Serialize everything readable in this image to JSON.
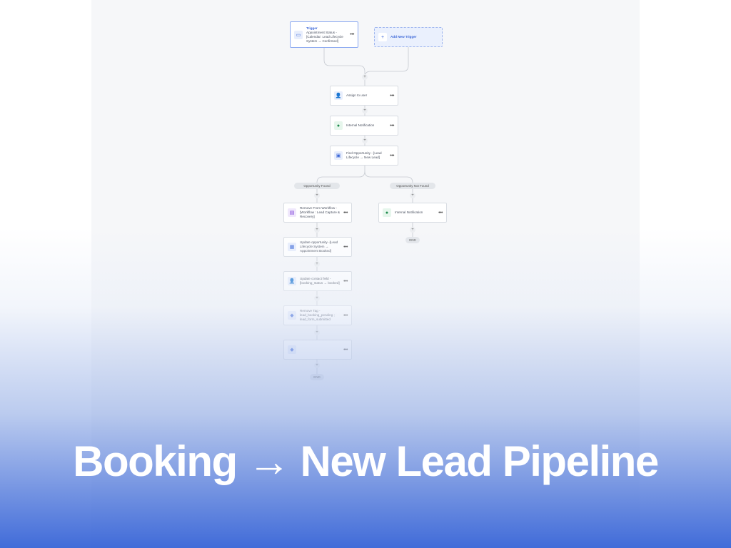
{
  "trigger": {
    "label": "Trigger",
    "text": "Appointment Status - [Calendar: Lead Lifecycle System → Confirmed]",
    "icon": "calendar-icon"
  },
  "add_trigger": {
    "label": "Add New Trigger",
    "icon": "plus-icon"
  },
  "steps": [
    {
      "text": "Assign to user",
      "icon": "user-icon"
    },
    {
      "text": "Internal Notification",
      "icon": "bell-icon"
    },
    {
      "text": "Find Opportunity - [Lead Lifecycle → New Lead]",
      "icon": "find-icon"
    }
  ],
  "branches": {
    "found": {
      "label": "Opportunity Found",
      "steps": [
        {
          "text": "Remove From Workflow - [Workflow : Lead Capture & Recovery]",
          "icon": "workflow-icon"
        },
        {
          "text": "Update opportunity -[Lead Lifecycle System → Appointment Booked]",
          "icon": "opportunity-icon"
        },
        {
          "text": "Update contact field - [booking_status → booked]",
          "icon": "contact-icon"
        },
        {
          "text": "Remove Tag - lead_booking_pending ; lead_form_submitted",
          "icon": "tag-icon"
        },
        {
          "text": "",
          "icon": "tag-icon"
        }
      ],
      "end": "END"
    },
    "not_found": {
      "label": "Opportunity Not Found",
      "steps": [
        {
          "text": "Internal Notification",
          "icon": "bell-icon"
        }
      ],
      "end": "END"
    }
  },
  "more_label": "•••",
  "plus_label": "+",
  "title": "Booking → New Lead Pipeline",
  "colors": {
    "accent": "#3a66d8",
    "trigger_border": "#8aa8f0",
    "notification": "#1e8a4c"
  }
}
